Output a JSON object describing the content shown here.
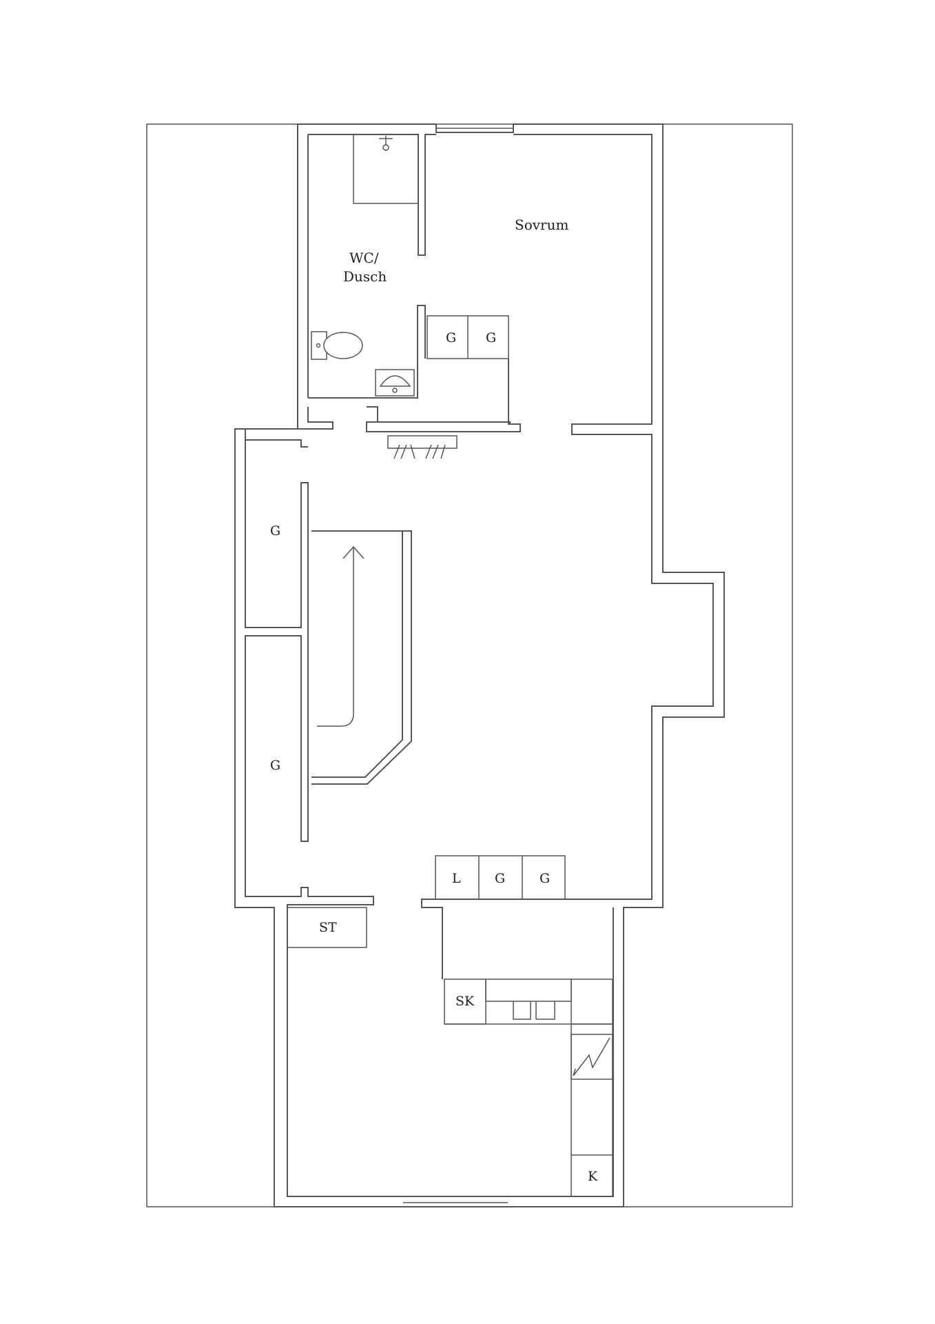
{
  "rooms": {
    "sovrum": "Sovrum",
    "wc_line1": "WC/",
    "wc_line2": "Dusch"
  },
  "cabinets": {
    "bedroom_g1": "G",
    "bedroom_g2": "G",
    "hall_g_upper": "G",
    "hall_g_lower": "G",
    "row_l": "L",
    "row_g1": "G",
    "row_g2": "G",
    "storage": "ST",
    "kitchen_sk": "SK",
    "kitchen_k": "K"
  }
}
